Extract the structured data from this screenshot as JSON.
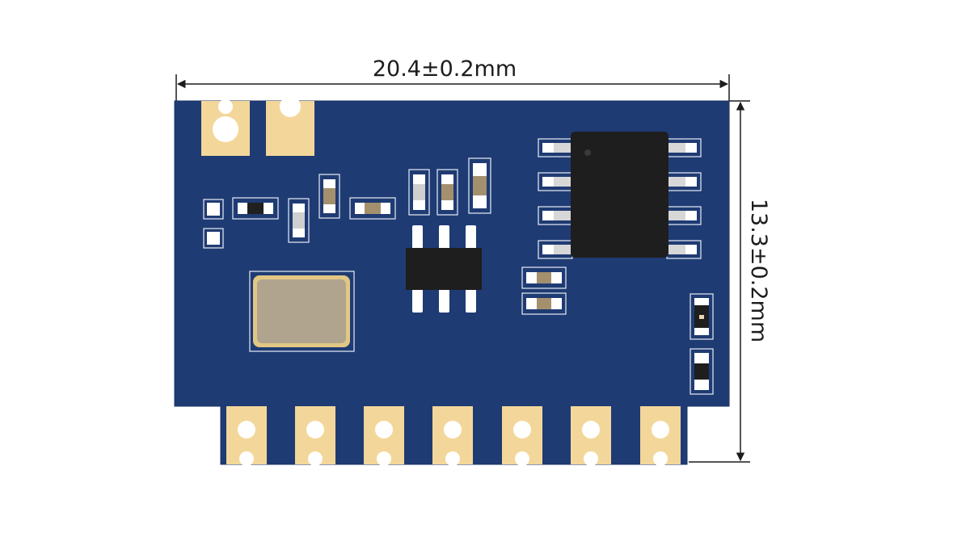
{
  "dimensions": {
    "width_label": "20.4±0.2mm",
    "height_label": "13.3±0.2mm"
  },
  "colors": {
    "pcb": "#1f3b73",
    "pcb_edge": "#173064",
    "gold": "#f3d79a",
    "chip": "#1e1e1e",
    "crystal_body": "#b0a48f",
    "crystal_rim": "#e2c784",
    "silkscreen": "#e9eef7",
    "dimension_line": "#1c1c1c"
  },
  "components": {
    "top_antenna_pads": 2,
    "bottom_castellated_pads": 7,
    "soic8_pins_per_side": 4,
    "sot23_6_pins_per_side": 3
  }
}
